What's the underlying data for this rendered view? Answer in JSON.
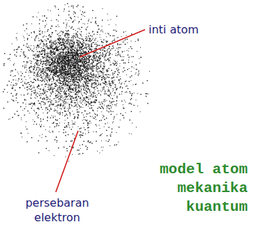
{
  "diagram": {
    "caption": "model atom mekanika kuantum",
    "labels": [
      "inti atom",
      "persebaran elektron"
    ]
  }
}
